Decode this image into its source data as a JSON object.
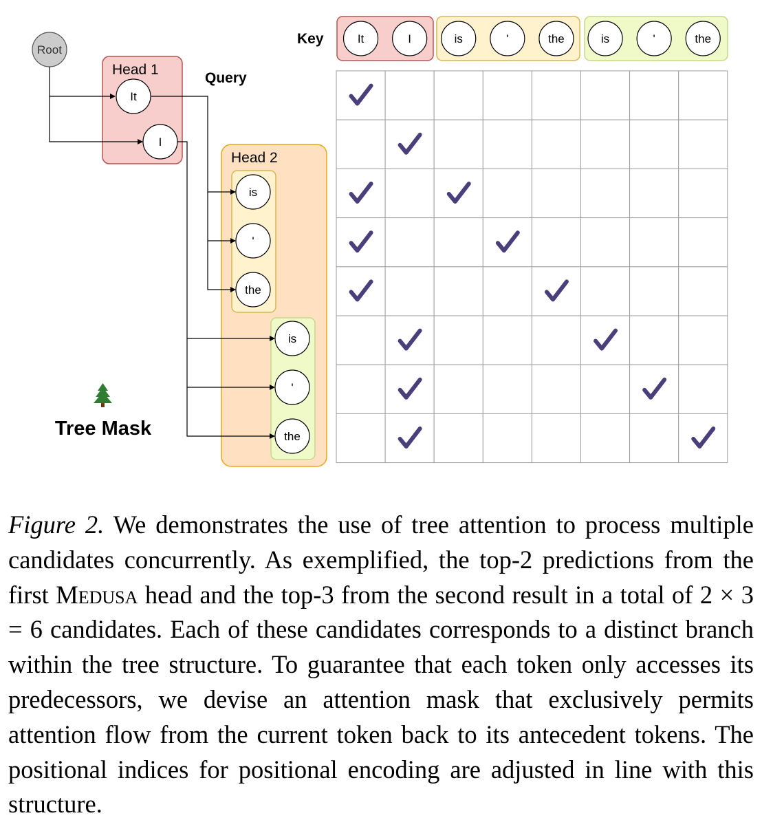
{
  "figure": {
    "root_label": "Root",
    "key_label": "Key",
    "query_label": "Query",
    "tree_mask_label": "Tree Mask",
    "tree_icon": "tree-icon",
    "head1": {
      "title": "Head 1",
      "tokens": [
        "It",
        "I"
      ]
    },
    "head2": {
      "title": "Head 2",
      "group_a": [
        "is",
        "'",
        "the"
      ],
      "group_b": [
        "is",
        "'",
        "the"
      ]
    },
    "key_tokens": [
      "It",
      "I",
      "is",
      "'",
      "the",
      "is",
      "'",
      "the"
    ],
    "mask": [
      [
        0
      ],
      [
        1
      ],
      [
        0,
        2
      ],
      [
        0,
        3
      ],
      [
        0,
        4
      ],
      [
        1,
        5
      ],
      [
        1,
        6
      ],
      [
        1,
        7
      ]
    ],
    "colors": {
      "head1_fill": "#f8cecc",
      "head1_stroke": "#b85450",
      "head2_fill": "#ffe0c1",
      "head2_stroke": "#e6a817",
      "group_a_fill": "#fff2cc",
      "group_a_stroke": "#d6b656",
      "group_b_fill": "#f0f9c8",
      "group_b_stroke": "#c6d88a",
      "check": "#4a3f7a",
      "grid": "#9e9e9e",
      "root_fill": "#cccccc"
    }
  },
  "caption": {
    "label": "Figure 2.",
    "part1": " We demonstrates the use of tree attention to process multiple candidates concurrently. As exemplified, the top-2 predictions from the first ",
    "medusa": "Medusa",
    "part2": " head and the top-3 from the second result in a total of 2 × 3 = 6 candidates. Each of these candidates corresponds to a distinct branch within the tree structure. To guarantee that each token only accesses its predecessors, we devise an attention mask that exclusively permits attention flow from the current token back to its antecedent tokens. The positional indices for positional encoding are adjusted in line with this structure."
  }
}
